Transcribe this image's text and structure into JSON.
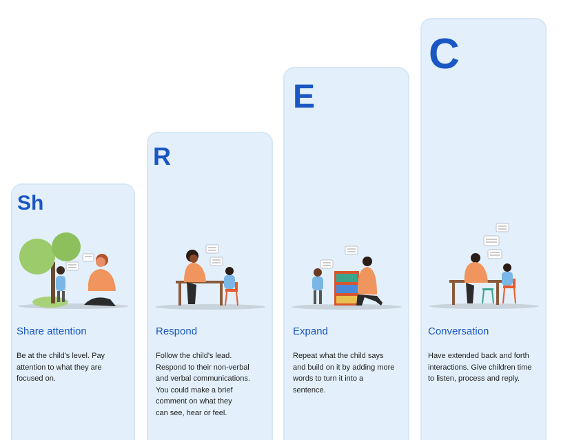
{
  "steps": [
    {
      "letter": "Sh",
      "heading": "Share attention",
      "lines": [
        "Be at the child's level. Pay",
        "attention to what they are",
        "focused on."
      ]
    },
    {
      "letter": "R",
      "heading": "Respond",
      "lines": [
        "Follow the child's lead.",
        "Respond to their non-verbal",
        "and verbal communications.",
        "You could make a brief",
        "comment on what they",
        "can see, hear or feel."
      ]
    },
    {
      "letter": "E",
      "heading": "Expand",
      "lines": [
        "Repeat what the child says",
        "and build on it by adding more",
        "words to turn it into a",
        "sentence."
      ]
    },
    {
      "letter": "C",
      "heading": "Conversation",
      "lines": [
        "Have extended back and forth",
        "interactions. Give children time",
        "to listen, process and reply."
      ]
    }
  ],
  "colors": {
    "accent": "#1a56c4",
    "card": "#e3f0fb",
    "skin_adult": "#f0955e",
    "child_shirt": "#7ab6e6"
  }
}
